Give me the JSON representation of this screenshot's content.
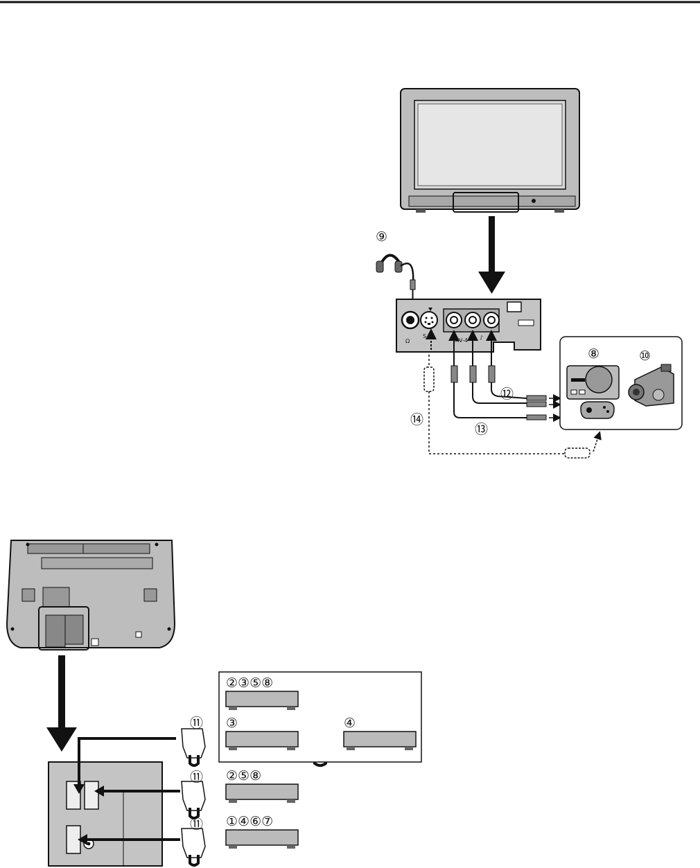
{
  "labels": {
    "headphones": "⑨",
    "camera_group": "⑧",
    "camcorder": "⑩",
    "av_cable_audio": "⑫",
    "av_cable_video": "⑬",
    "s_video_cable": "⑭",
    "scart_top": "⑪",
    "scart_between": "⑪",
    "scart_middle": "⑪",
    "scart_bottom": "⑪",
    "box_row1": "②③⑤⑧",
    "box_row2_left": "③",
    "box_row2_right": "④",
    "row_middle": "②⑤⑧",
    "row_bottom": "①④⑥⑦"
  },
  "panel_text": {
    "av4": "AV-4",
    "s_video": "S",
    "note": "♪",
    "headphone_symbol": "Ω"
  }
}
